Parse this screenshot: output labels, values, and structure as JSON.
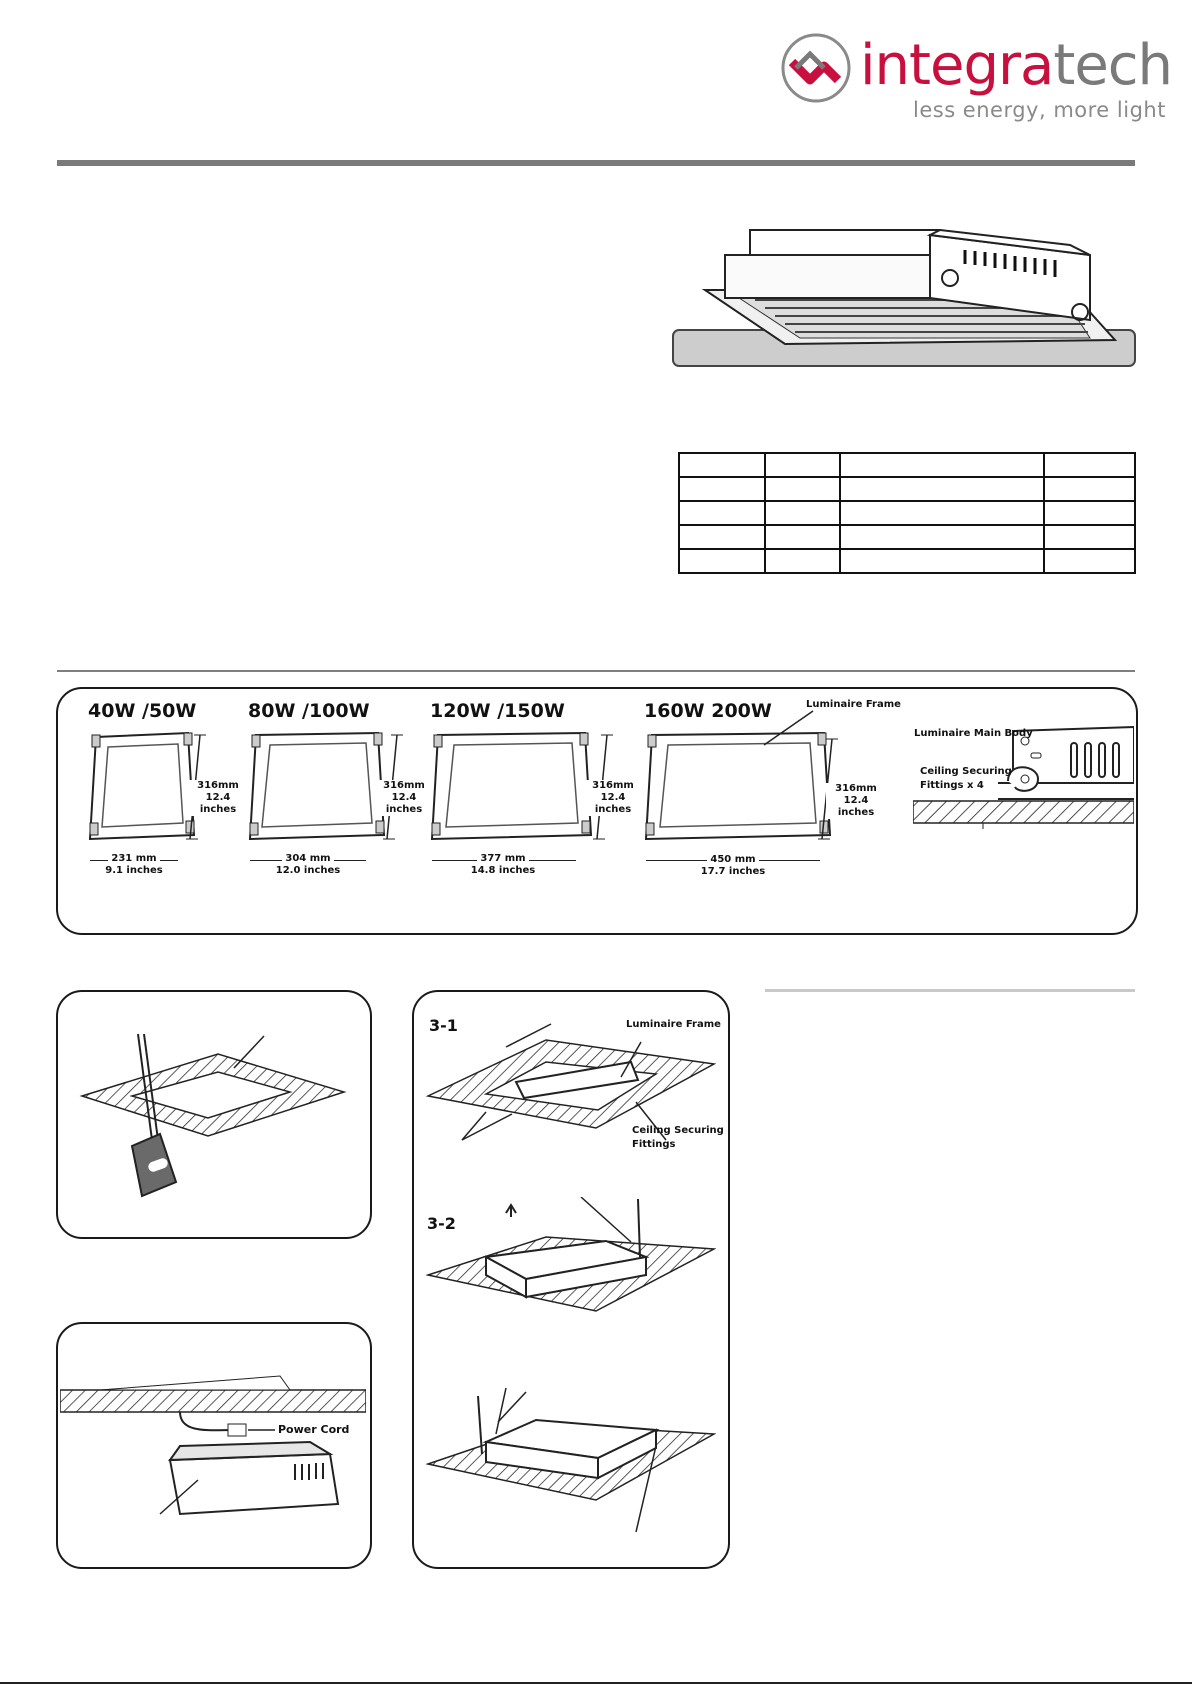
{
  "brand": {
    "name_part1": "integra",
    "name_part2": "tech",
    "tagline": "less energy, more light",
    "colors": {
      "accent": "#c8103e",
      "grey": "#7a7a7a"
    },
    "icon": "integratech-logo-icon"
  },
  "spec_table": {
    "rows": [
      [
        "",
        "",
        "",
        ""
      ],
      [
        "",
        "",
        "",
        ""
      ],
      [
        "",
        "",
        "",
        ""
      ],
      [
        "",
        "",
        "",
        ""
      ],
      [
        "",
        "",
        "",
        ""
      ]
    ]
  },
  "sizes": [
    {
      "label": "40W /50W",
      "height_mm": "316mm",
      "height_in": "12.4 inches",
      "width_mm": "231 mm",
      "width_in": "9.1 inches"
    },
    {
      "label": "80W /100W",
      "height_mm": "316mm",
      "height_in": "12.4 inches",
      "width_mm": "304 mm",
      "width_in": "12.0 inches"
    },
    {
      "label": "120W /150W",
      "height_mm": "316mm",
      "height_in": "12.4 inches",
      "width_mm": "377 mm",
      "width_in": "14.8 inches"
    },
    {
      "label": "160W 200W",
      "height_mm": "316mm",
      "height_in": "12.4 inches",
      "width_mm": "450 mm",
      "width_in": "17.7 inches"
    }
  ],
  "callouts": {
    "luminaire_frame": "Luminaire Frame",
    "luminaire_main_body": "Luminaire Main Body",
    "ceiling_securing_line1": "Ceiling Securing",
    "ceiling_securing_line2": "Fittings x 4",
    "fittings": "Fittings",
    "power_cord": "Power Cord"
  },
  "steps": {
    "s31": "3-1",
    "s32": "3-2"
  }
}
